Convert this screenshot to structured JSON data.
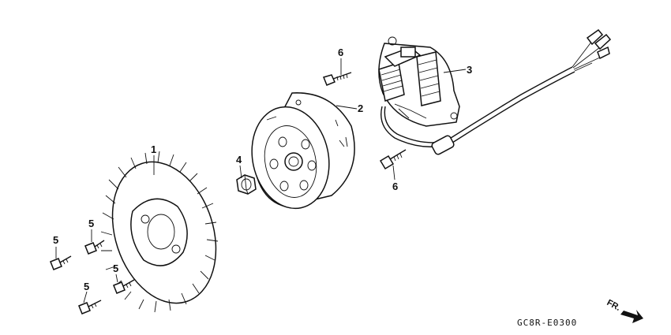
{
  "callouts": {
    "flywheel": "1",
    "rotor": "2",
    "stator": "3",
    "nut": "4",
    "bolt_a": "5",
    "bolt_b": "5",
    "bolt_c": "5",
    "bolt_d": "5",
    "screw_top": "6",
    "screw_bottom": "6"
  },
  "diagram_code": "GC8R-E0300",
  "direction_label": "FR."
}
